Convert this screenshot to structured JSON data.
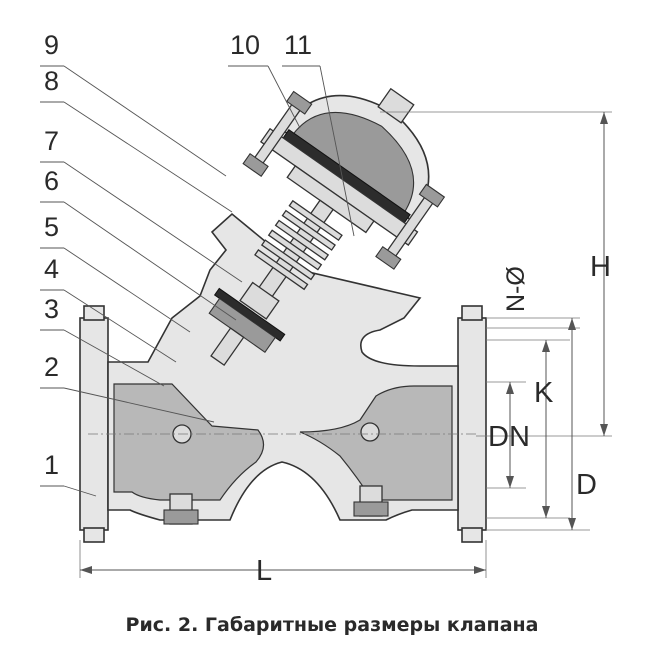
{
  "labels": {
    "parts": [
      "1",
      "2",
      "3",
      "4",
      "5",
      "6",
      "7",
      "8",
      "9",
      "10",
      "11"
    ],
    "dimensions": {
      "H": "H",
      "N": "N-Ø",
      "K": "K",
      "DN": "DN",
      "D": "D",
      "L": "L"
    }
  },
  "caption": "Рис. 2.  Габаритные размеры клапана",
  "colors": {
    "body": "#e6e6e6",
    "cavity": "#b8b8b8",
    "line": "#333333"
  }
}
